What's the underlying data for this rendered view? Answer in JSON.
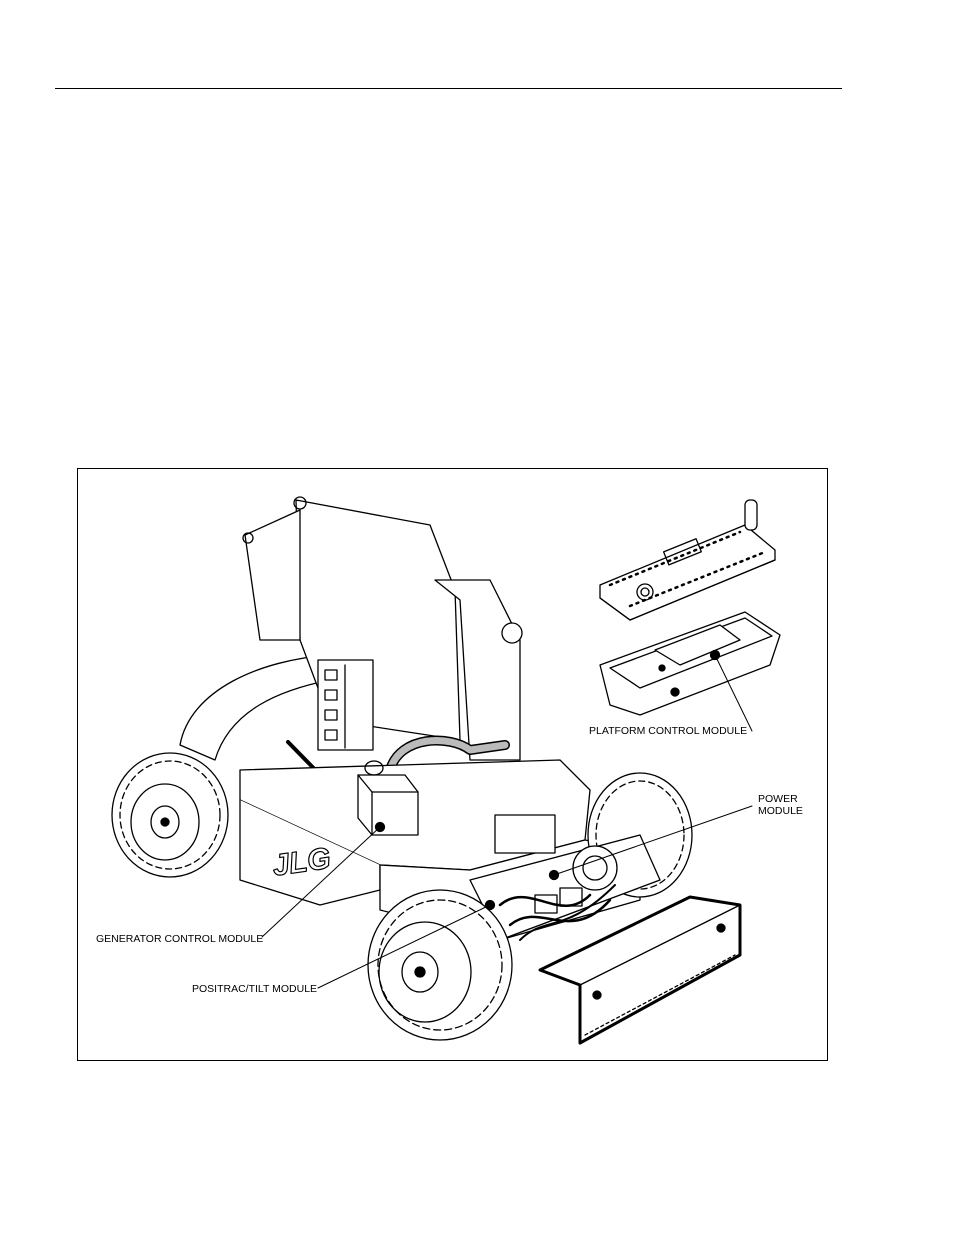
{
  "figure": {
    "callouts": {
      "platform_control_module": "PLATFORM CONTROL MODULE",
      "power_module": "POWER\nMODULE",
      "generator_control_module": "GENERATOR CONTROL MODULE",
      "positrac_tilt_module": "POSITRAC/TILT MODULE"
    },
    "logo_text": "JLG"
  }
}
